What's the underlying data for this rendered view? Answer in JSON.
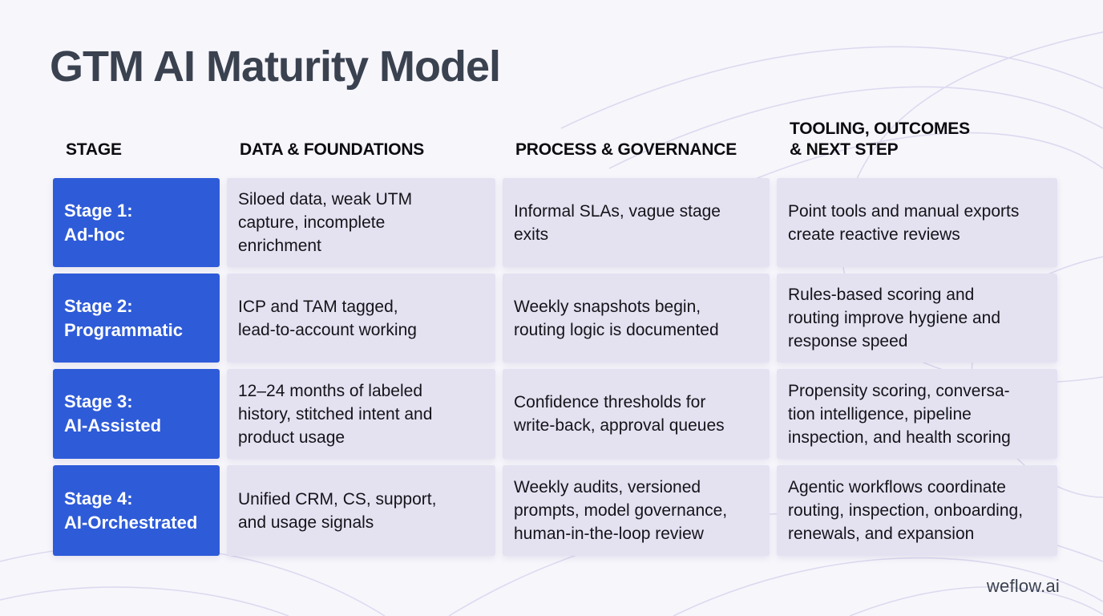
{
  "page": {
    "title": "GTM AI Maturity Model",
    "brand": "weflow.ai"
  },
  "colors": {
    "stage_blue": "#2e5bd8",
    "cell_lavender": "#e4e2f1",
    "page_background": "#f7f6fb",
    "title_text": "#3a4250",
    "wave_line": "#d9d5ee"
  },
  "table": {
    "headers": [
      "STAGE",
      "DATA & FOUNDATIONS",
      "PROCESS & GOVERNANCE",
      "TOOLING, OUTCOMES\n& NEXT STEP"
    ],
    "rows": [
      {
        "stage": "Stage 1:\nAd-hoc",
        "data_foundations": "Siloed data, weak UTM\ncapture, incomplete\nenrichment",
        "process_governance": "Informal SLAs, vague stage\nexits",
        "tooling_outcomes": "Point tools and manual exports\ncreate reactive reviews"
      },
      {
        "stage": "Stage 2:\nProgrammatic",
        "data_foundations": "ICP and TAM tagged,\nlead-to-account working",
        "process_governance": "Weekly snapshots begin,\nrouting logic is documented",
        "tooling_outcomes": "Rules-based scoring and\nrouting improve hygiene and\nresponse speed"
      },
      {
        "stage": "Stage 3:\nAI-Assisted",
        "data_foundations": "12–24 months of labeled\nhistory, stitched intent and\nproduct usage",
        "process_governance": "Confidence thresholds for\nwrite-back, approval queues",
        "tooling_outcomes": "Propensity scoring, conversa-\ntion intelligence, pipeline\ninspection, and health scoring"
      },
      {
        "stage": "Stage 4:\nAI-Orchestrated",
        "data_foundations": "Unified CRM, CS, support,\nand usage signals",
        "process_governance": "Weekly audits, versioned\nprompts, model governance,\nhuman-in-the-loop review",
        "tooling_outcomes": "Agentic workflows coordinate\nrouting, inspection, onboarding,\nrenewals, and expansion"
      }
    ]
  }
}
